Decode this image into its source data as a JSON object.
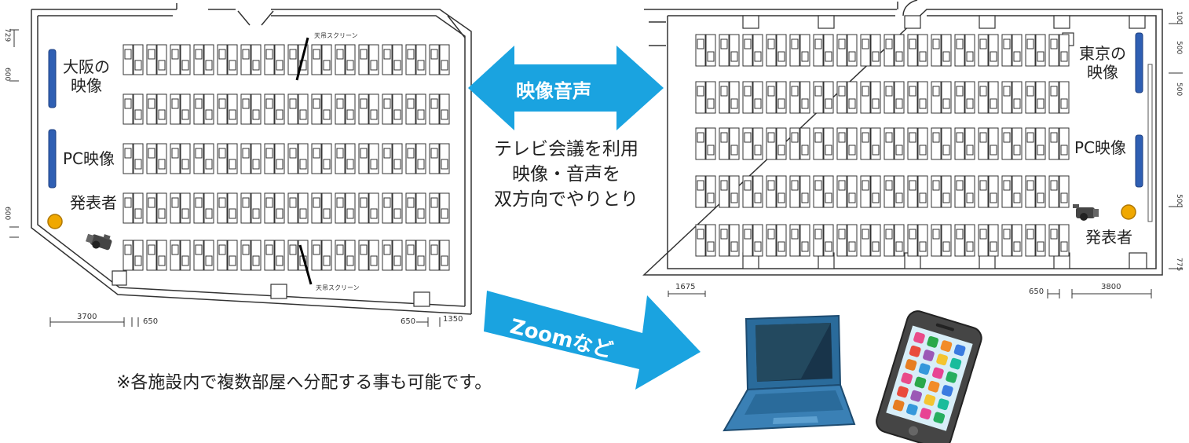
{
  "left_room": {
    "screen_label_top": "天吊スクリーン",
    "screen_label_bottom": "天吊スクリーン",
    "display_top": "大阪の\n映像",
    "display_bottom": "PC映像",
    "presenter": "発表者",
    "dims_bottom": [
      "3700",
      "650",
      "650",
      "1350"
    ],
    "dims_left": [
      "729",
      "600",
      "600"
    ]
  },
  "right_room": {
    "display_top": "東京の\n映像",
    "display_bottom": "PC映像",
    "presenter": "発表者",
    "dims_bottom": [
      "1675",
      "650",
      "3800"
    ],
    "dims_right": [
      "100",
      "500",
      "500",
      "500",
      "775"
    ]
  },
  "center": {
    "arrow_label": "映像音声",
    "caption": "テレビ会議を利用\n映像・音声を\n双方向でやりとり"
  },
  "zoom_arrow": {
    "label": "Zoomなど"
  },
  "note": "※各施設内で複数部屋へ分配する事も可能です。",
  "colors": {
    "accent": "#1aa3e0",
    "display": "#2f5fb3",
    "presenter": "#f0a800"
  },
  "icons": [
    "camera-icon",
    "camera-icon",
    "laptop-icon",
    "smartphone-icon"
  ]
}
